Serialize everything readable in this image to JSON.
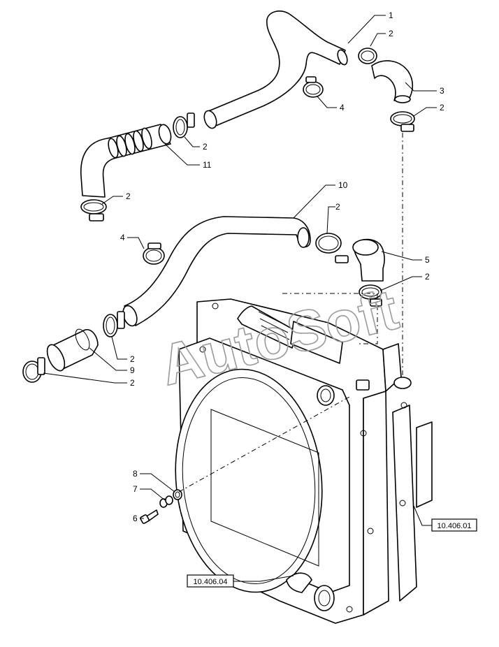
{
  "watermark": "AutoSoft",
  "callouts": {
    "c1": "1",
    "c2a": "2",
    "c3": "3",
    "c2b": "2",
    "c4a": "4",
    "c2c": "2",
    "c11": "11",
    "c2d": "2",
    "c10": "10",
    "c2e": "2",
    "c4b": "4",
    "c5": "5",
    "c2f": "2",
    "c2g": "2",
    "c9": "9",
    "c2h": "2",
    "c8": "8",
    "c7": "7",
    "c6": "6"
  },
  "references": {
    "ref_right": "10.406.01",
    "ref_bottom": "10.406.04"
  }
}
